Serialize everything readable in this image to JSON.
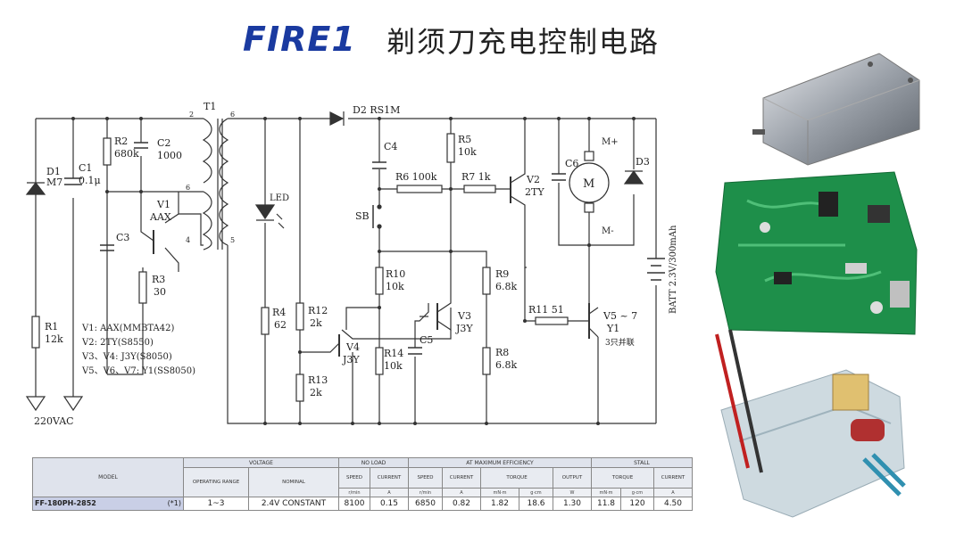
{
  "title": {
    "logo": "FIRE1",
    "text": "剃须刀充电控制电路"
  },
  "labels": {
    "T1": "T1",
    "D2": "D2 RS1M",
    "D1a": "D1",
    "D1b": "M7",
    "C1a": "C1",
    "C1b": "0.1μ",
    "R2a": "R2",
    "R2b": "680k",
    "C2a": "C2",
    "C2b": "1000",
    "V1a": "V1",
    "V1b": "AAX",
    "C3": "C3",
    "R3a": "R3",
    "R3b": "30",
    "R1a": "R1",
    "R1b": "12k",
    "ac": "220VAC",
    "LED": "LED",
    "C4": "C4",
    "R5a": "R5",
    "R5b": "10k",
    "R6": "R6  100k",
    "R7": "R7  1k",
    "V2a": "V2",
    "V2b": "2TY",
    "C6": "C6",
    "D3": "D3",
    "M": "M",
    "Mp": "M+",
    "Mm": "M-",
    "batt": "BATT 2.3V/300mAh",
    "SB": "SB",
    "R4a": "R4",
    "R4b": "62",
    "R12a": "R12",
    "R12b": "2k",
    "V4a": "V4",
    "V4b": "J3Y",
    "R13a": "R13",
    "R13b": "2k",
    "R10a": "R10",
    "R10b": "10k",
    "R14a": "R14",
    "R14b": "10k",
    "C5": "C5",
    "V3a": "V3",
    "V3b": "J3Y",
    "R9a": "R9",
    "R9b": "6.8k",
    "R8a": "R8",
    "R8b": "6.8k",
    "R11": "R11  51",
    "V5a": "V5 ~ 7",
    "V5b": "Y1",
    "V5c": "3只并联",
    "n2": "2",
    "n6a": "6",
    "n6b": "6",
    "n4": "4",
    "n5": "5",
    "legend1": "V1:  AAX(MMBTA42)",
    "legend2": "V2:  2TY(S8550)",
    "legend3": "V3、V4:  J3Y(S8050)",
    "legend4": "V5、V6、V7:  Y1(SS8050)"
  },
  "table": {
    "h_model": "MODEL",
    "h_voltage": "VOLTAGE",
    "h_noload": "NO LOAD",
    "h_maxeff": "AT MAXIMUM EFFICIENCY",
    "h_stall": "STALL",
    "s_oprange": "OPERATING RANGE",
    "s_nominal": "NOMINAL",
    "s_speed1": "SPEED",
    "s_current1": "CURRENT",
    "s_speed2": "SPEED",
    "s_current2": "CURRENT",
    "s_torque2": "TORQUE",
    "s_output": "OUTPUT",
    "s_torque3": "TORQUE",
    "s_current3": "CURRENT",
    "u_speed1": "r/min",
    "u_cur1": "A",
    "u_speed2": "r/min",
    "u_cur2": "A",
    "u_tq_a": "mN·m",
    "u_tq_b": "g·cm",
    "u_out": "W",
    "u_tq_c": "mN·m",
    "u_tq_d": "g·cm",
    "u_cur3": "A",
    "v_model": "FF-180PH-2852",
    "v_note": "(*1)",
    "v_oprange": "1~3",
    "v_nominal": "2.4V CONSTANT",
    "v_speed1": "8100",
    "v_cur1": "0.15",
    "v_speed2": "6850",
    "v_cur2": "0.82",
    "v_tq_a": "1.82",
    "v_tq_b": "18.6",
    "v_out": "1.30",
    "v_tq_c": "11.8",
    "v_tq_d": "120",
    "v_cur3": "4.50"
  },
  "colors": {
    "logo": "#1a3aa0",
    "pcb": "#1e8f4a",
    "header": "#dfe3ec"
  }
}
